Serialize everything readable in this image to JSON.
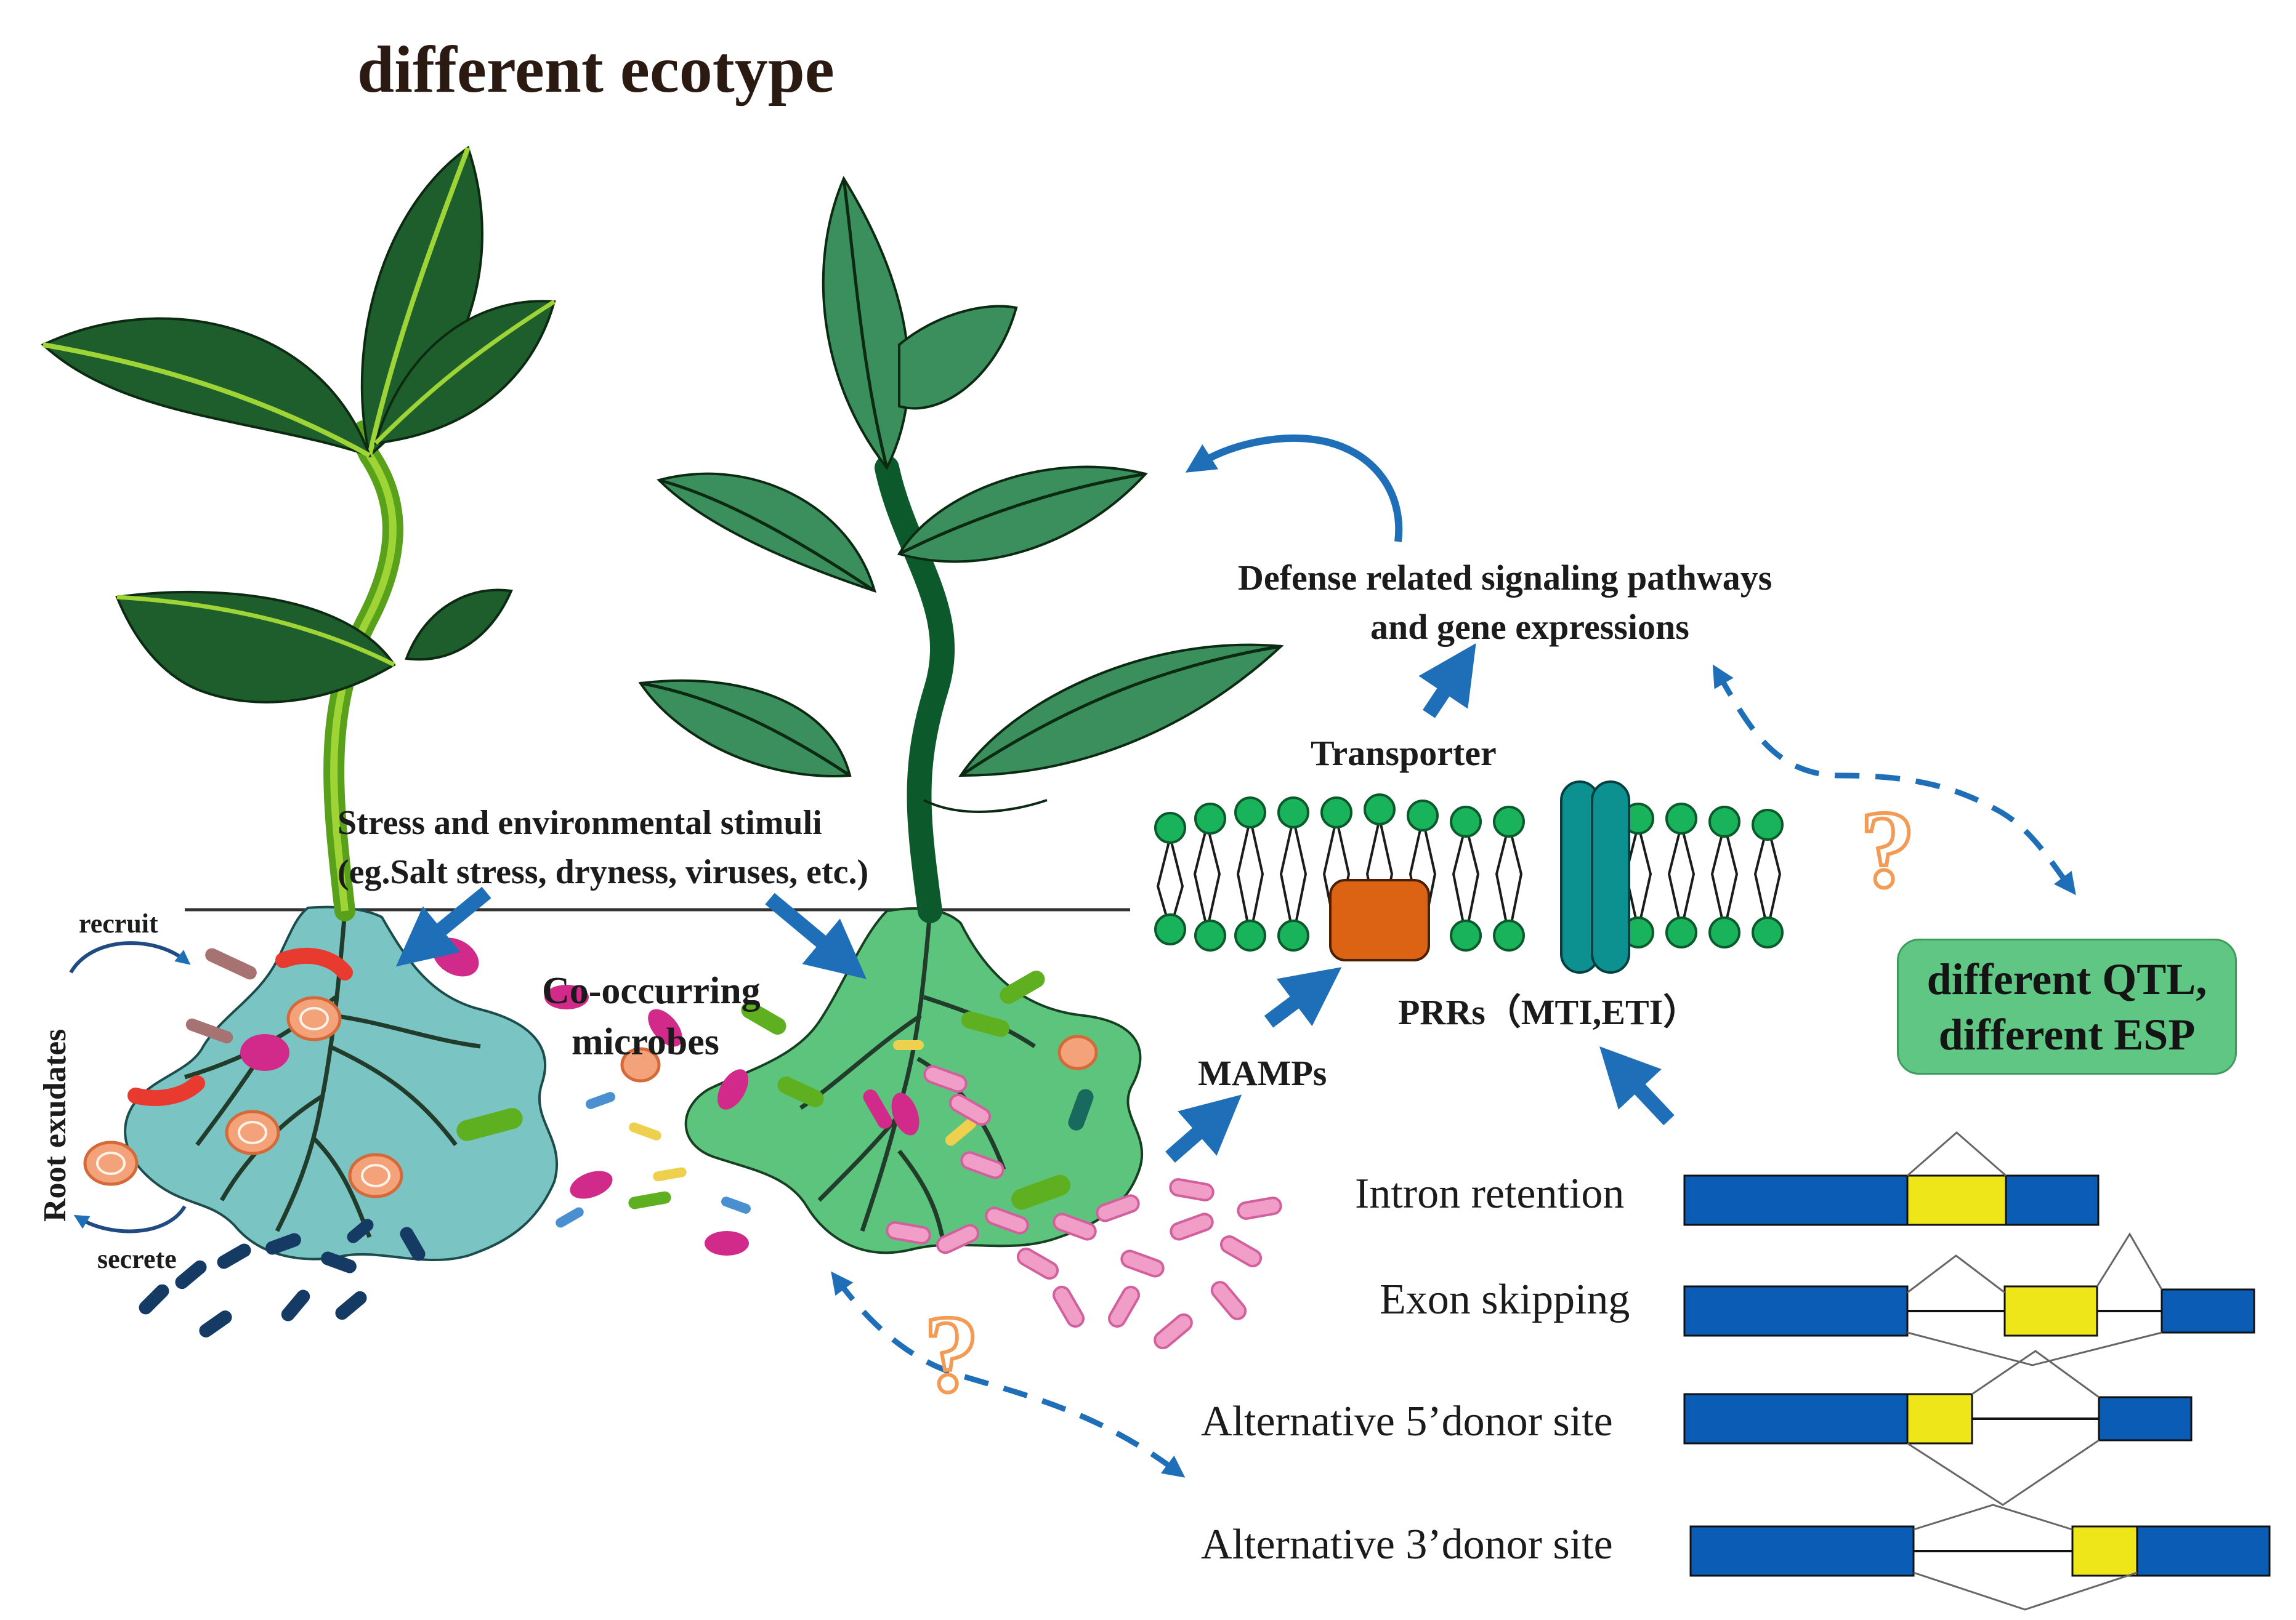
{
  "title": "different ecotype",
  "labels": {
    "defense_line1": "Defense related signaling pathways",
    "defense_line2": "and gene expressions",
    "transporter": "Transporter",
    "prrs": "PRRs（MTI,ETI）",
    "mamps": "MAMPs",
    "stress_line1": "Stress and environmental stimuli",
    "stress_line2": "(eg.Salt stress, dryness, viruses, etc.)",
    "cooccurring_line1": "Co-occurring",
    "cooccurring_line2": "microbes",
    "recruit": "recruit",
    "secrete": "secrete",
    "root_exudates": "Root exudates",
    "question_mark": "?"
  },
  "qtl_box": {
    "line1": "different QTL,",
    "line2": "different ESP"
  },
  "splicing": {
    "intron_retention": "Intron retention",
    "exon_skipping": "Exon skipping",
    "alt5": "Alternative 5’donor site",
    "alt3": "Alternative 3’donor site"
  },
  "colors": {
    "exon_blue": "#0b5cb4",
    "alt_exon_yellow": "#efe61a",
    "arrow_blue": "#1f6fb8",
    "membrane_head_green": "#18b35a",
    "transporter_orange": "#db6313",
    "prr_teal": "#0d9090",
    "qtl_box_green": "#5fc783",
    "question_orange": "#f39a55",
    "rhizosphere_left": "#7bc4c4",
    "rhizosphere_right": "#5cc47c"
  }
}
